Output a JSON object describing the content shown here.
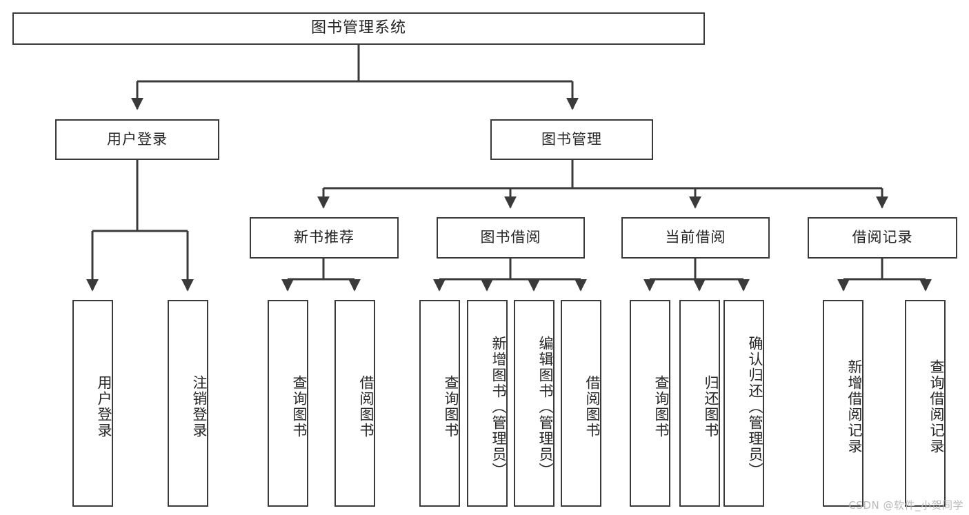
{
  "diagram": {
    "title": "图书管理系统",
    "type": "hierarchy-tree",
    "colors": {
      "box_border": "#3a3a3a",
      "box_fill": "#ffffff",
      "edge": "#3a3a3a",
      "text": "#262626",
      "watermark": "#b9b9b9",
      "background": "#ffffff"
    },
    "nodes": {
      "root": {
        "label": "图书管理系统"
      },
      "level2": [
        {
          "label": "用户登录"
        },
        {
          "label": "图书管理"
        }
      ],
      "level3": [
        {
          "label": "新书推荐"
        },
        {
          "label": "图书借阅"
        },
        {
          "label": "当前借阅"
        },
        {
          "label": "借阅记录"
        }
      ],
      "leaves": {
        "user_login": [
          {
            "label": "用户登录"
          },
          {
            "label": "注销登录"
          }
        ],
        "new_book_recommend": [
          {
            "label": "查询图书"
          },
          {
            "label": "借阅图书"
          }
        ],
        "book_borrow": [
          {
            "label": "查询图书"
          },
          {
            "label": "新增图书（管理员）"
          },
          {
            "label": "编辑图书（管理员）"
          },
          {
            "label": "借阅图书"
          }
        ],
        "current_borrow": [
          {
            "label": "查询图书"
          },
          {
            "label": "归还图书"
          },
          {
            "label": "确认归还（管理员）"
          }
        ],
        "borrow_record": [
          {
            "label": "新增借阅记录"
          },
          {
            "label": "查询借阅记录"
          }
        ]
      }
    },
    "watermark": "CSDN @软件_小贺同学"
  }
}
